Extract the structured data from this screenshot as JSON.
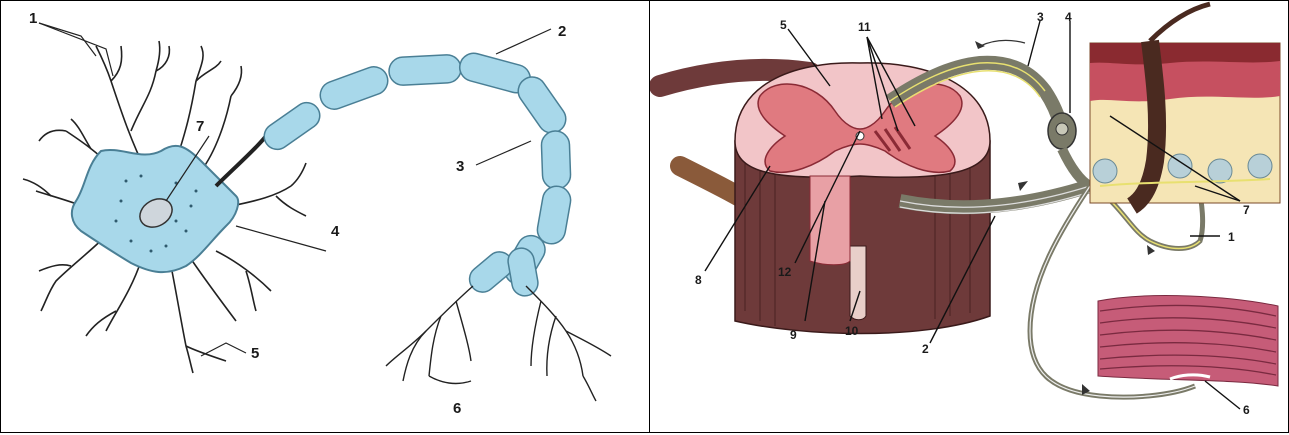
{
  "neuron": {
    "labels": {
      "dendrites": "1",
      "axon_end": "2",
      "myelin": "3",
      "soma": "4",
      "lower_dendrites": "5",
      "terminals": "6",
      "nucleus": "7"
    }
  },
  "reflex_arc": {
    "labels": {
      "sensory_fiber": "1",
      "motor_fiber": "2",
      "dorsal_root": "3",
      "ganglion": "4",
      "dorsal_horn": "5",
      "muscle_effector": "6",
      "skin_receptors": "7",
      "white_matter": "8",
      "ventral_horn": "9",
      "ventral_fissure": "10",
      "interneurons": "11",
      "central_canal": "12"
    }
  },
  "colors": {
    "neuron_fill": "#a8d8ea",
    "neuron_stroke": "#4a7f95",
    "grey_matter": "#e07a80",
    "white_matter": "#f2c5c8",
    "cord_side": "#6e3a3a",
    "muscle": "#c65c78",
    "nerve": "#5a5a55"
  }
}
